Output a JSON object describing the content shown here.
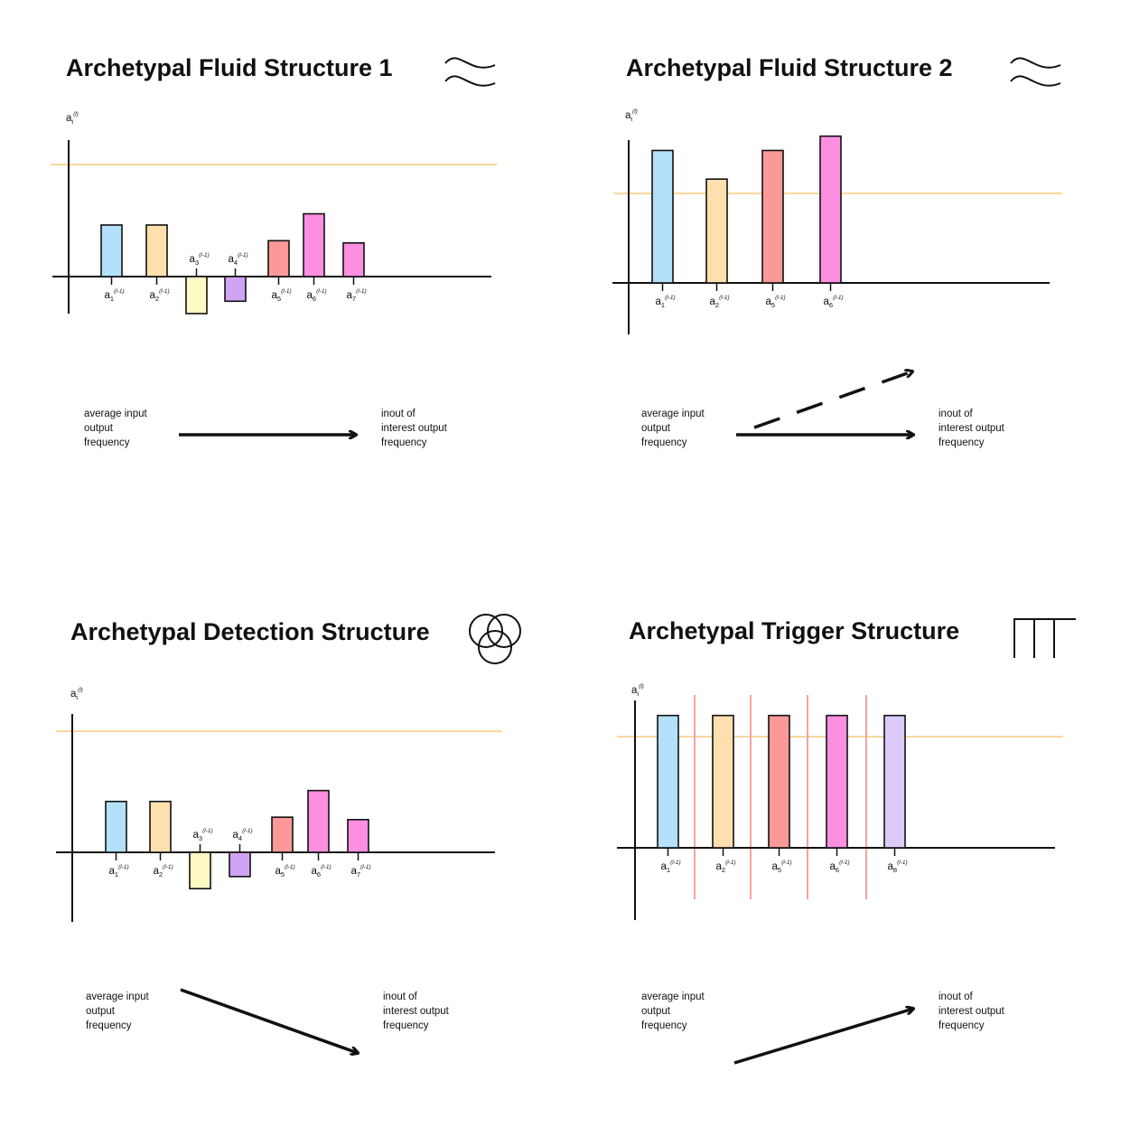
{
  "colors": {
    "threshold": "#f9d79c",
    "separator": "#f3a3a3",
    "blue": "#b3e0fb",
    "orange": "#fde0ae",
    "yellow": "#fefac4",
    "purple": "#d1a3f5",
    "salmon": "#fb9898",
    "pink": "#fd8fe1",
    "lavender": "#dccbfa"
  },
  "panels": [
    {
      "title": "Archetypal Fluid Structure 1",
      "icon": "wave-icon",
      "y_axis_label": {
        "base": "a",
        "sub": "i",
        "sup": "(l)"
      },
      "bars": [
        {
          "label": {
            "base": "a",
            "sub": "1",
            "sup": "(l-1)"
          },
          "value": 0.46,
          "color": "blue"
        },
        {
          "label": {
            "base": "a",
            "sub": "2",
            "sup": "(l-1)"
          },
          "value": 0.46,
          "color": "orange"
        },
        {
          "label": {
            "base": "a",
            "sub": "3",
            "sup": "(l-1)"
          },
          "value": -0.33,
          "color": "yellow"
        },
        {
          "label": {
            "base": "a",
            "sub": "4",
            "sup": "(l-1)"
          },
          "value": -0.22,
          "color": "purple"
        },
        {
          "label": {
            "base": "a",
            "sub": "5",
            "sup": "(l-1)"
          },
          "value": 0.32,
          "color": "salmon"
        },
        {
          "label": {
            "base": "a",
            "sub": "6",
            "sup": "(l-1)"
          },
          "value": 0.56,
          "color": "pink"
        },
        {
          "label": {
            "base": "a",
            "sub": "7",
            "sup": "(l-1)"
          },
          "value": 0.3,
          "color": "pink"
        }
      ],
      "threshold": 1.0,
      "arrow_left_lines": [
        "average input",
        "output",
        "frequency"
      ],
      "arrow_right_lines": [
        "inout of",
        "interest output",
        "frequency"
      ],
      "arrow": "flat"
    },
    {
      "title": "Archetypal Fluid Structure 2",
      "icon": "wave-icon",
      "y_axis_label": {
        "base": "a",
        "sub": "i",
        "sup": "(l)"
      },
      "bars": [
        {
          "label": {
            "base": "a",
            "sub": "1",
            "sup": "(l-1)"
          },
          "value": 1.48,
          "color": "blue"
        },
        {
          "label": {
            "base": "a",
            "sub": "2",
            "sup": "(l-1)"
          },
          "value": 1.16,
          "color": "orange"
        },
        {
          "label": {
            "base": "a",
            "sub": "5",
            "sup": "(l-1)"
          },
          "value": 1.48,
          "color": "salmon"
        },
        {
          "label": {
            "base": "a",
            "sub": "6",
            "sup": "(l-1)"
          },
          "value": 1.64,
          "color": "pink"
        }
      ],
      "threshold": 1.0,
      "arrow_left_lines": [
        "average input",
        "output",
        "frequency"
      ],
      "arrow_right_lines": [
        "inout of",
        "interest output",
        "frequency"
      ],
      "arrow": "flat-plus-dashed-up"
    },
    {
      "title": "Archetypal Detection Structure",
      "icon": "venn-icon",
      "y_axis_label": {
        "base": "a",
        "sub": "i",
        "sup": "(l)"
      },
      "bars": [
        {
          "label": {
            "base": "a",
            "sub": "1",
            "sup": "(l-1)"
          },
          "value": 0.42,
          "color": "blue"
        },
        {
          "label": {
            "base": "a",
            "sub": "2",
            "sup": "(l-1)"
          },
          "value": 0.42,
          "color": "orange"
        },
        {
          "label": {
            "base": "a",
            "sub": "3",
            "sup": "(l-1)"
          },
          "value": -0.3,
          "color": "yellow"
        },
        {
          "label": {
            "base": "a",
            "sub": "4",
            "sup": "(l-1)"
          },
          "value": -0.2,
          "color": "purple"
        },
        {
          "label": {
            "base": "a",
            "sub": "5",
            "sup": "(l-1)"
          },
          "value": 0.29,
          "color": "salmon"
        },
        {
          "label": {
            "base": "a",
            "sub": "6",
            "sup": "(l-1)"
          },
          "value": 0.51,
          "color": "pink"
        },
        {
          "label": {
            "base": "a",
            "sub": "7",
            "sup": "(l-1)"
          },
          "value": 0.27,
          "color": "pink"
        }
      ],
      "threshold": 1.0,
      "arrow_left_lines": [
        "average input",
        "output",
        "frequency"
      ],
      "arrow_right_lines": [
        "inout of",
        "interest output",
        "frequency"
      ],
      "arrow": "down"
    },
    {
      "title": "Archetypal Trigger Structure",
      "icon": "trigger-icon",
      "y_axis_label": {
        "base": "a",
        "sub": "i",
        "sup": "(l)"
      },
      "bars": [
        {
          "label": {
            "base": "a",
            "sub": "1",
            "sup": "(l-1)"
          },
          "value": 1.19,
          "color": "blue"
        },
        {
          "label": {
            "base": "a",
            "sub": "2",
            "sup": "(l-1)"
          },
          "value": 1.19,
          "color": "orange"
        },
        {
          "label": {
            "base": "a",
            "sub": "5",
            "sup": "(l-1)"
          },
          "value": 1.19,
          "color": "salmon"
        },
        {
          "label": {
            "base": "a",
            "sub": "6",
            "sup": "(l-1)"
          },
          "value": 1.19,
          "color": "pink"
        },
        {
          "label": {
            "base": "a",
            "sub": "8",
            "sup": "(l-1)"
          },
          "value": 1.19,
          "color": "lavender"
        }
      ],
      "threshold": 1.0,
      "separators": true,
      "arrow_left_lines": [
        "average input",
        "output",
        "frequency"
      ],
      "arrow_right_lines": [
        "inout of",
        "interest output",
        "frequency"
      ],
      "arrow": "up"
    }
  ]
}
